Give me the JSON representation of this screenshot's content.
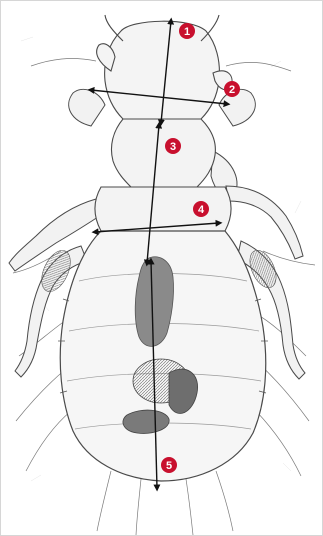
{
  "figure": {
    "subject": "louse-micrograph",
    "measurement_markers": [
      {
        "label": "1"
      },
      {
        "label": "2"
      },
      {
        "label": "3"
      },
      {
        "label": "4"
      },
      {
        "label": "5"
      }
    ],
    "colors": {
      "marker_fill": "#c8102e",
      "marker_text": "#ffffff",
      "measure_line": "#111111",
      "specimen_outline": "#4a4a4a",
      "specimen_fill": "#f4f4f4",
      "gut_fill": "#8a8a8a"
    }
  }
}
